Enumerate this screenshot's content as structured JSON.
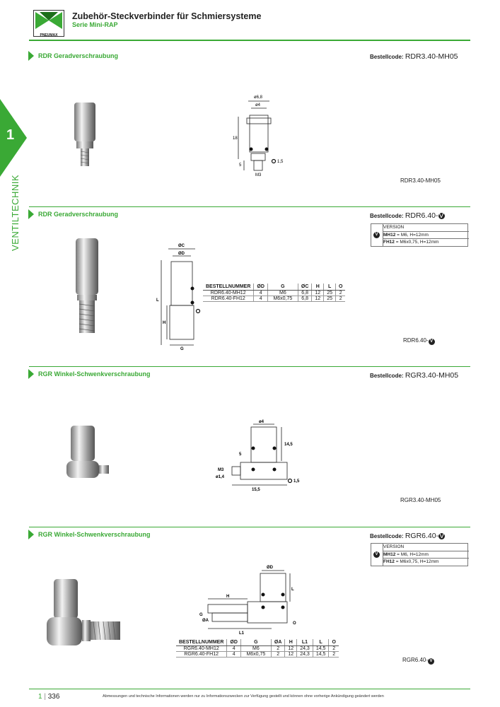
{
  "header": {
    "logo_text": "PNEUMAX",
    "title": "Zubehör-Steckverbinder für Schmiersysteme",
    "subtitle": "Serie Mini-RAP"
  },
  "side": {
    "chapter_number": "1",
    "chapter_label": "VENTILTECHNIK"
  },
  "sections": [
    {
      "title": "RDR Geradverschraubung",
      "order_label": "Bestellcode:",
      "order_code": "RDR3.40-MH05",
      "caption": "RDR3.40-MH05",
      "dims": [
        "ø6,8",
        "ø4",
        "18",
        "5",
        "1,5",
        "M3"
      ]
    },
    {
      "title": "RDR Geradverschraubung",
      "order_label": "Bestellcode:",
      "order_code": "RDR6.40-",
      "version_header": "VERSION",
      "versions": [
        {
          "code": "MH12",
          "text": " = M6, H=12mm"
        },
        {
          "code": "FH12",
          "text": " = M6x0,75, H=12mm"
        }
      ],
      "caption": "RDR6.40-",
      "dims": [
        "ØC",
        "ØD",
        "L",
        "H",
        "G"
      ],
      "table": {
        "headers": [
          "BESTELLNUMMER",
          "ØD",
          "G",
          "ØC",
          "H",
          "L",
          "O"
        ],
        "rows": [
          [
            "RDR6.40-MH12",
            "4",
            "M6",
            "6,8",
            "12",
            "25",
            "2"
          ],
          [
            "RDR6.40-FH12",
            "4",
            "M6x0,75",
            "6,8",
            "12",
            "25",
            "2"
          ]
        ]
      }
    },
    {
      "title": "RGR Winkel-Schwenkverschraubung",
      "order_label": "Bestellcode:",
      "order_code": "RGR3.40-MH05",
      "caption": "RGR3.40-MH05",
      "dims": [
        "ø4",
        "14,5",
        "5",
        "M3",
        "ø1,4",
        "15,5",
        "1,5"
      ]
    },
    {
      "title": "RGR Winkel-Schwenkverschraubung",
      "order_label": "Bestellcode:",
      "order_code": "RGR6.40-",
      "version_header": "VERSION",
      "versions": [
        {
          "code": "MH12",
          "text": " = M6, H=12mm"
        },
        {
          "code": "FH12",
          "text": " = M6x0,75, H=12mm"
        }
      ],
      "caption": "RGR6.40-",
      "dims": [
        "ØD",
        "H",
        "L",
        "G",
        "ØA",
        "L1",
        "O"
      ],
      "table": {
        "headers": [
          "BESTELLNUMMER",
          "ØD",
          "G",
          "ØA",
          "H",
          "L1",
          "L",
          "O"
        ],
        "rows": [
          [
            "RGR6.40-MH12",
            "4",
            "M6",
            "2",
            "12",
            "24,3",
            "14,5",
            "2"
          ],
          [
            "RGR6.40-FH12",
            "4",
            "M6x0,75",
            "2",
            "12",
            "24,3",
            "14,5",
            "2"
          ]
        ]
      }
    }
  ],
  "version_symbol": "V",
  "footer": {
    "chapter": "1",
    "page": "336",
    "note": "Abmessungen und technische Informationen werden nur zu Informationszwecken zur Verfügung gestellt und können ohne vorherige Ankündigung geändert werden"
  },
  "colors": {
    "accent": "#3aa935"
  }
}
